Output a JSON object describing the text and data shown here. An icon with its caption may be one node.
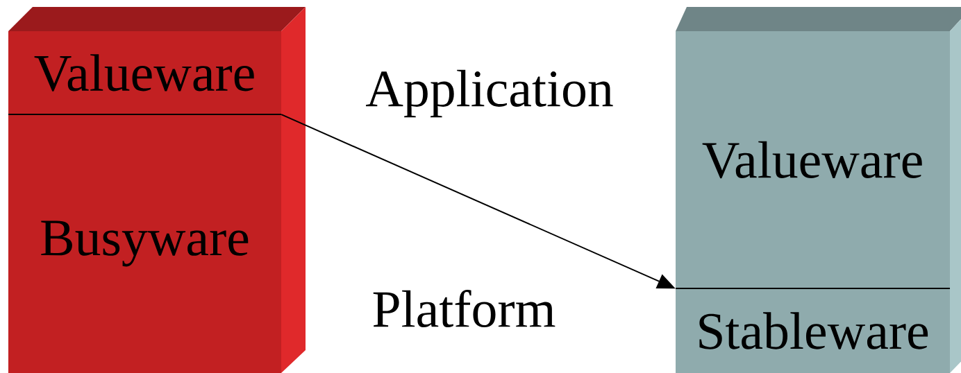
{
  "diagram": {
    "nodes": [
      {
        "text": [],
        "shape": "box"
      },
      {
        "text": [
          "Valueware"
        ],
        "in": 0
      },
      {
        "text": [
          "Busyware"
        ],
        "in": 0
      },
      {
        "text": [],
        "shape": "box"
      },
      {
        "text": [
          "Valueware"
        ],
        "in": 3
      },
      {
        "text": [
          "Stableware"
        ],
        "in": 3
      }
    ],
    "edges": [
      {
        "from": 1,
        "to": 4,
        "arrow": "to"
      }
    ],
    "labels": [
      "Application",
      "Platform"
    ]
  }
}
